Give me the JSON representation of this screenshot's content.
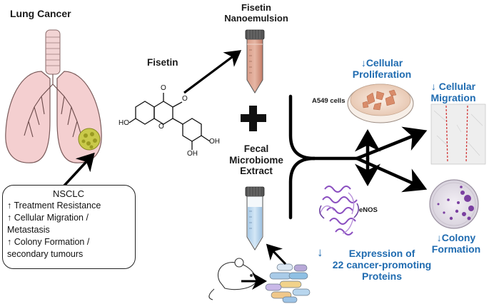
{
  "labels": {
    "lung_cancer": "Lung Cancer",
    "nanoemulsion_line1": "Fisetin",
    "nanoemulsion_line2": "Nanoemulsion",
    "fisetin": "Fisetin",
    "fecal_line1": "Fecal",
    "fecal_line2": "Microbiome",
    "fecal_line3": "Extract",
    "a549": "A549 cells",
    "enos": "eNOS",
    "prolif_line1": "↓Cellular",
    "prolif_line2": "Proliferation",
    "migration_line1": "↓ Cellular",
    "migration_line2": "Migration",
    "colony_line1": "↓Colony",
    "colony_line2": "Formation",
    "expr_arrow": "↓",
    "expr_line1": "Expression of",
    "expr_line2": "22 cancer-promoting",
    "expr_line3": "Proteins"
  },
  "nsclc": {
    "title": "NSCLC",
    "line1": "↑ Treatment Resistance",
    "line2": "↑ Cellular Migration /",
    "line3": "Metastasis",
    "line4": "↑ Colony Formation /",
    "line5": "secondary tumours"
  },
  "molecule_atoms": {
    "o_top": "O",
    "o_ring": "O",
    "o_h_right": "O",
    "ho_left": "HO",
    "oh_bottom": "OH",
    "oh_right": "OH",
    "oh_3": "OH"
  },
  "colors": {
    "label_blue": "#1f6bb0",
    "arrow": "#000000",
    "tumor": "#b8b83a",
    "lung": "#f2c9c9",
    "tube_top_fill": "#c77f6a",
    "tube_bottom_fill": "#bcd8ef",
    "colony": "#7a3fa0",
    "protein": "#8a4ec0"
  }
}
